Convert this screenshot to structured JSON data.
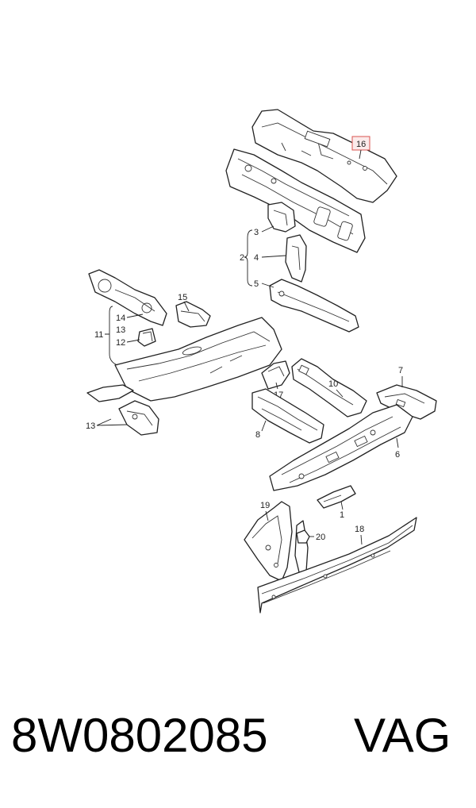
{
  "diagram": {
    "callouts": {
      "c1": "1",
      "c2": "2",
      "c3": "3",
      "c4": "4",
      "c5": "5",
      "c6": "6",
      "c7": "7",
      "c8": "8",
      "c10": "10",
      "c11": "11",
      "c12": "12",
      "c13a": "13",
      "c13b": "13",
      "c14": "14",
      "c15": "15",
      "c16": "16",
      "c17": "17",
      "c18": "18",
      "c19": "19",
      "c20": "20"
    },
    "highlighted_callout": "16",
    "highlight_color": "#d9534f"
  },
  "footer": {
    "part_number": "8W0802085",
    "brand": "VAG"
  }
}
